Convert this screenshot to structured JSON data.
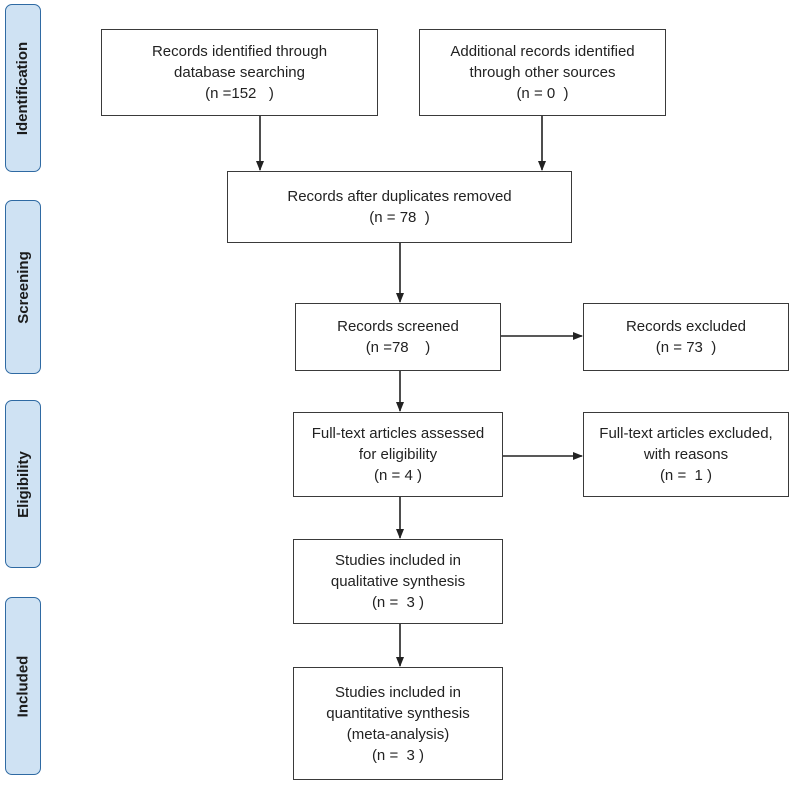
{
  "phases": {
    "identification": "Identification",
    "screening": "Screening",
    "eligibility": "Eligibility",
    "included": "Included"
  },
  "boxes": {
    "database": [
      "Records identified through",
      "database searching",
      "(n =152   )"
    ],
    "other_sources": [
      "Additional records identified",
      "through other sources",
      "(n = 0  )"
    ],
    "after_duplicates": [
      "Records after duplicates removed",
      "(n = 78  )"
    ],
    "screened": [
      "Records screened",
      "(n =78    )"
    ],
    "excluded": [
      "Records excluded",
      "(n = 73  )"
    ],
    "fulltext_assessed": [
      "Full-text articles assessed",
      "for eligibility",
      "(n = 4 )"
    ],
    "fulltext_excluded": [
      "Full-text articles excluded,",
      "with reasons",
      "(n =  1 )"
    ],
    "qualitative": [
      "Studies included in",
      "qualitative synthesis",
      "(n =  3 )"
    ],
    "quantitative": [
      "Studies included in",
      "quantitative synthesis",
      "(meta-analysis)",
      "(n =  3 )"
    ]
  },
  "colors": {
    "phase_fill": "#cfe2f3",
    "phase_border": "#2f6aa3",
    "box_border": "#3a3a3a",
    "arrow": "#222222"
  }
}
